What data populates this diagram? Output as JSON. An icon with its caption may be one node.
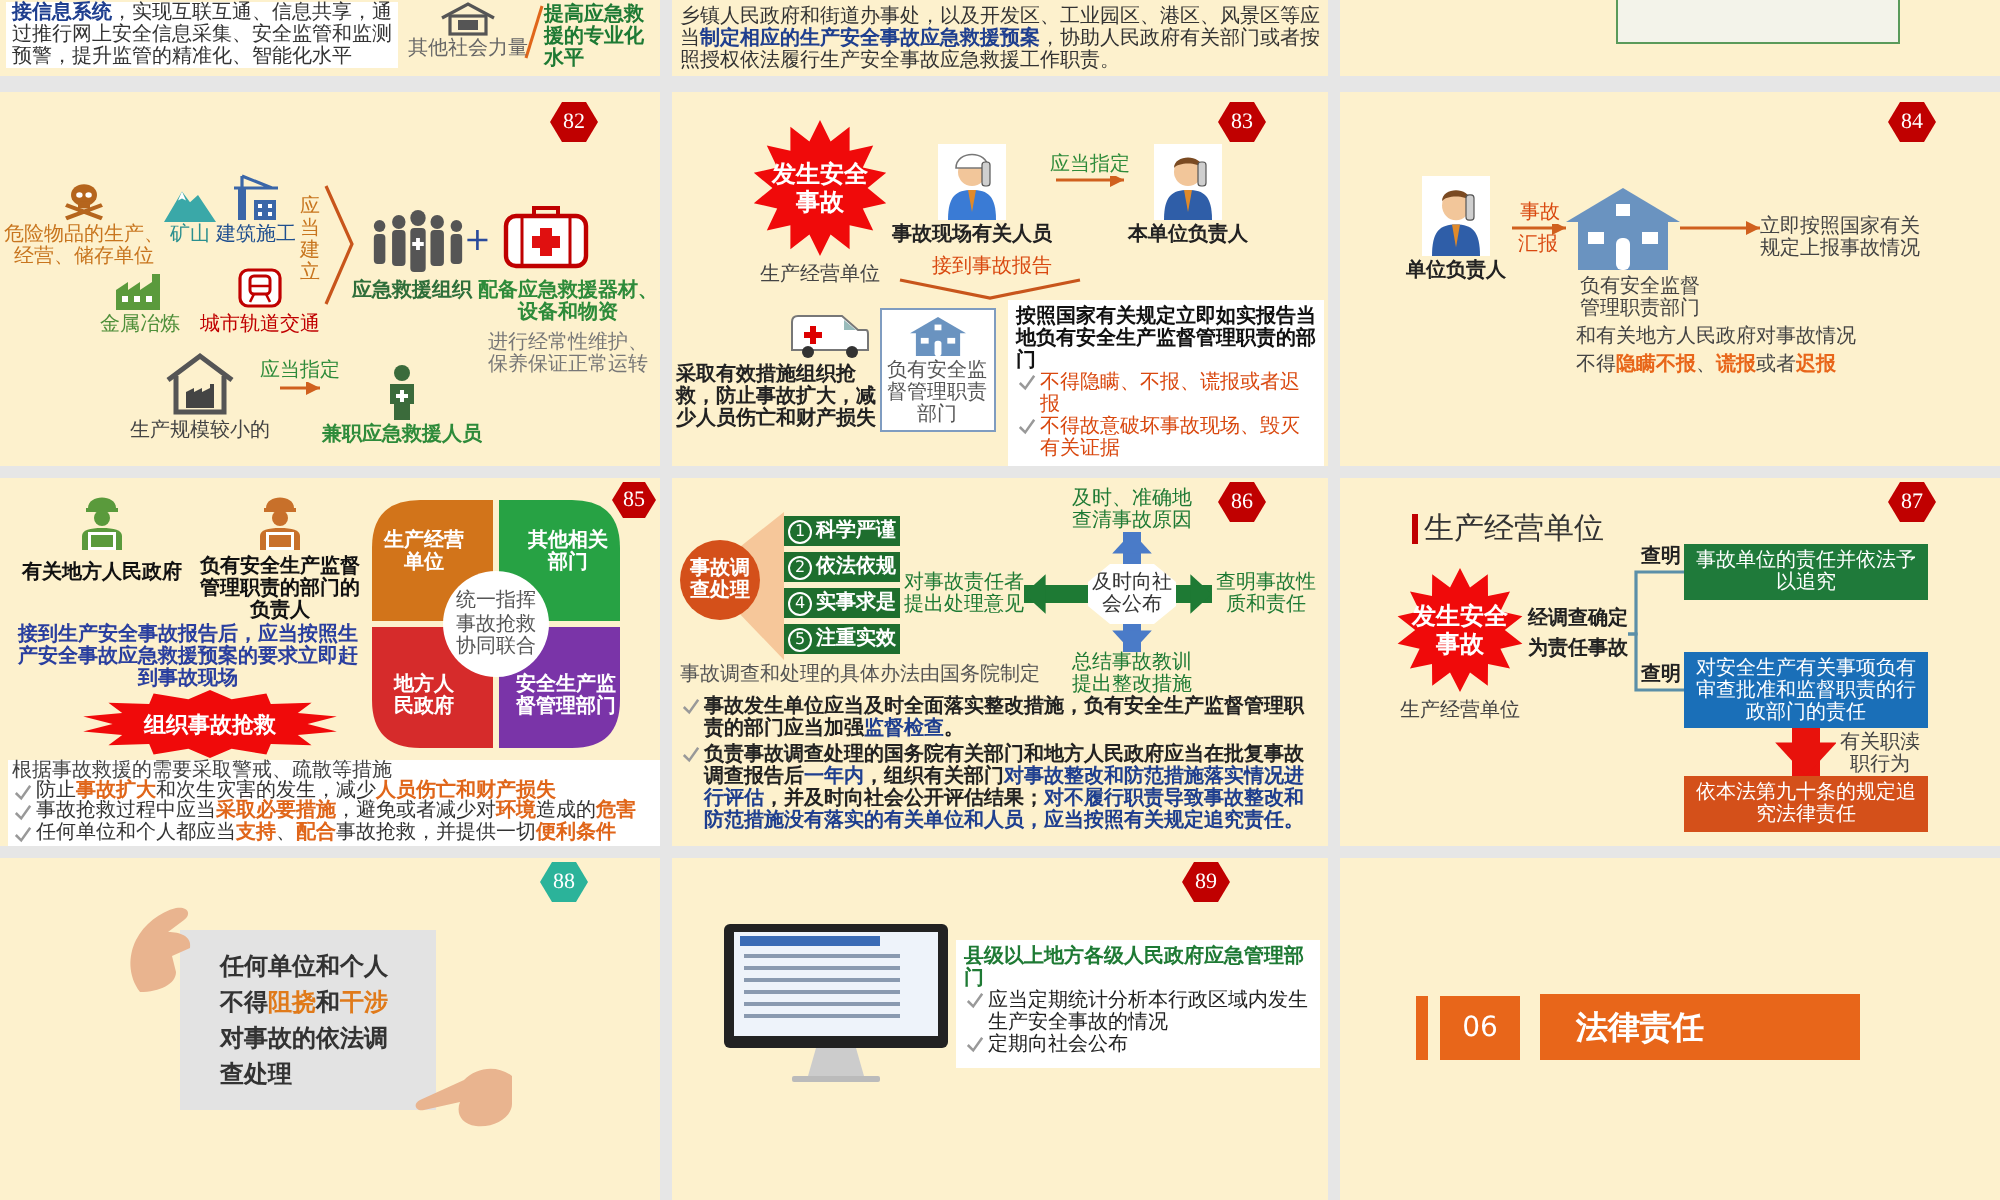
{
  "diagram": {
    "nodes": [
      {
        "text": [
          "82"
        ]
      },
      {
        "text": [
          "生产规模较小的"
        ]
      },
      {
        "text": [
          "兼职应急救援人员"
        ]
      },
      {
        "text": [
          "83"
        ]
      },
      {
        "text": [
          "发生安全事故"
        ],
        "beside": [
          "生产经营单位"
        ]
      },
      {
        "text": [
          "事故现场有关人员"
        ]
      },
      {
        "text": [
          "本单位负责人"
        ]
      },
      {
        "text": [
          "负有安全监督管理职责部门"
        ]
      },
      {
        "text": [
          "按照国家有关规定立即如实报告当地负有安全生产监督管理职责的部门",
          "不得隐瞒、不报、谎报或者迟报",
          "不得故意破坏事故现场、毁灭有关证据"
        ]
      },
      {
        "text": [
          "84"
        ]
      },
      {
        "text": [
          "单位负责人"
        ]
      },
      {
        "text": [],
        "shape": "picture",
        "beside": [
          "负有安全监督管理职责部门"
        ]
      },
      {
        "text": [
          "立即按照国家有关规定上报事故情况"
        ]
      },
      {
        "text": [
          "85"
        ]
      },
      {
        "text": [
          "组织事故抢救"
        ]
      },
      {
        "text": [
          "根据事故救援的需要采取警戒、疏散等措施",
          "防止**事故扩大**和次生灾害的发生，减少**人员伤亡和财产损失**",
          "事故抢救过程中应当**采取必要措施**，避免或者减少对**环境**造成的**危害**",
          "任何单位和个人都应当**支持**、**配合**事故抢救，并提供一切**便利条件**"
        ]
      },
      {
        "text": [
          "86"
        ]
      },
      {
        "text": [
          "事故调查处理"
        ]
      },
      {
        "text": [
          "1",
          "科学严谨"
        ]
      },
      {
        "text": [
          "2",
          "依法依规"
        ]
      },
      {
        "text": [
          "4",
          "实事求是"
        ]
      },
      {
        "text": [
          "5",
          "注重实效"
        ]
      },
      {
        "text": [
          "及时向社会公布"
        ]
      },
      {
        "text": [
          "及时、准确地查清事故原因"
        ]
      },
      {
        "text": [
          "查明事故性质和责任"
        ]
      },
      {
        "text": [
          "总结事故教训提出整改措施"
        ]
      },
      {
        "text": [
          "对事故责任者提出处理意见"
        ]
      },
      {
        "text": [
          "87"
        ]
      },
      {
        "text": [
          "发生安全事故"
        ],
        "beside": [
          "生产经营单位"
        ]
      },
      {
        "text": [
          "经调查确定为责任事故"
        ]
      },
      {
        "text": [
          "事故单位的责任并依法予以追究"
        ]
      },
      {
        "text": [
          "对安全生产有关事项负有审查批准和监督职责的行政部门的责任"
        ]
      },
      {
        "text": [
          "依本法第九十条的规定追究法律责任"
        ]
      },
      {
        "text": [
          "88"
        ]
      },
      {
        "text": [
          "任何单位和个人不得**阻挠**和**干涉**对事故的依法调查处理"
        ]
      },
      {
        "text": [
          "89"
        ]
      },
      {
        "text": [
          "县级以上地方各级人民政府应急管理部门",
          "应当定期统计分析本行政区域内发生生产安全事故的情况",
          "定期向社会公布"
        ]
      },
      {
        "text": [
          "06"
        ]
      },
      {
        "text": [
          "法律责任"
        ]
      }
    ],
    "edges": [
      {
        "from": 1,
        "to": 2,
        "arrow": "to",
        "label": "应当指定"
      },
      {
        "from": 5,
        "to": 6,
        "arrow": "to",
        "label": "应当指定"
      },
      {
        "from": 10,
        "to": 11,
        "arrow": "to",
        "label": "事故"
      },
      {
        "from": 11,
        "to": 12,
        "arrow": "to"
      },
      {
        "from": 22,
        "to": 23,
        "arrow": "to",
        "style": "thick",
        "color": "#4a7bc8"
      },
      {
        "from": 22,
        "to": 24,
        "arrow": "to",
        "style": "thick",
        "color": "#1e7a34"
      },
      {
        "from": 22,
        "to": 25,
        "arrow": "to",
        "style": "thick",
        "color": "#4a7bc8"
      },
      {
        "from": 22,
        "to": 26,
        "arrow": "to",
        "style": "thick",
        "color": "#1e7a34"
      },
      {
        "from": 29,
        "to": 30,
        "arrow": "none",
        "label": "查明",
        "color": "#5b8fa8"
      },
      {
        "from": 29,
        "to": 31,
        "arrow": "none",
        "label": "查明",
        "color": "#5b8fa8"
      },
      {
        "from": 31,
        "to": 32,
        "arrow": "to",
        "style": "thick",
        "color": "#e8120c",
        "label": "有关职渎职行为"
      }
    ],
    "labels": [
      "**接信息系统**，实现互联互通、信息共享，通过推行网上安全信息采集、安全监管和监测预警，提升监管的精准化、智能化水平",
      "其他社会力量",
      "提高应急救援的专业化水平",
      "乡镇人民政府和街道办事处，以及开发区、工业园区、港区、风景区等应当**制定相应的生产安全事故应急救援预案**，协助人民政府有关部门或者按照授权依法履行生产安全事故应急救援工作职责。",
      "危险物品的生产、经营、储存单位",
      "矿山",
      "建筑施工",
      "金属冶炼",
      "城市轨道交通",
      "应当建立",
      "应急救援组织",
      "+",
      "配备应急救援器材、设备和物资",
      "进行经常性维护、保养保证正常运转",
      "接到事故报告",
      "采取有效措施组织抢救，防止事故扩大，减少人员伤亡和财产损失",
      "汇报",
      "和有关地方人民政府对事故情况",
      "不得**隐瞒不报**、**谎报**或者**迟报**",
      "有关地方人民政府",
      "负有安全生产监督管理职责的部门的负责人",
      "接到生产安全事故报告后，应当按照生产安全事故应急救援预案的要求立即赶到事故现场",
      "生产经营单位",
      "其他相关部门",
      "地方人民政府",
      "安全生产监督管理部门",
      "统一指挥",
      "事故抢救",
      "协同联合",
      "事故调查和处理的具体办法由国务院制定",
      "事故发生单位应当及时全面落实整改措施，负有安全生产监督管理职责的部门应当加强**监督检查**。",
      "负责事故调查处理的国务院有关部门和地方人民政府应当在批复事故调查报告后**一年内**，组织有关部门**对事故整改和防范措施落实情况进行评估**，并及时向社会公开评估结果；**对不履行职责导致事故整改和防范措施没有落实的有关单位和人员，应当按照有关规定追究责任。**",
      "生产经营单位"
    ]
  }
}
